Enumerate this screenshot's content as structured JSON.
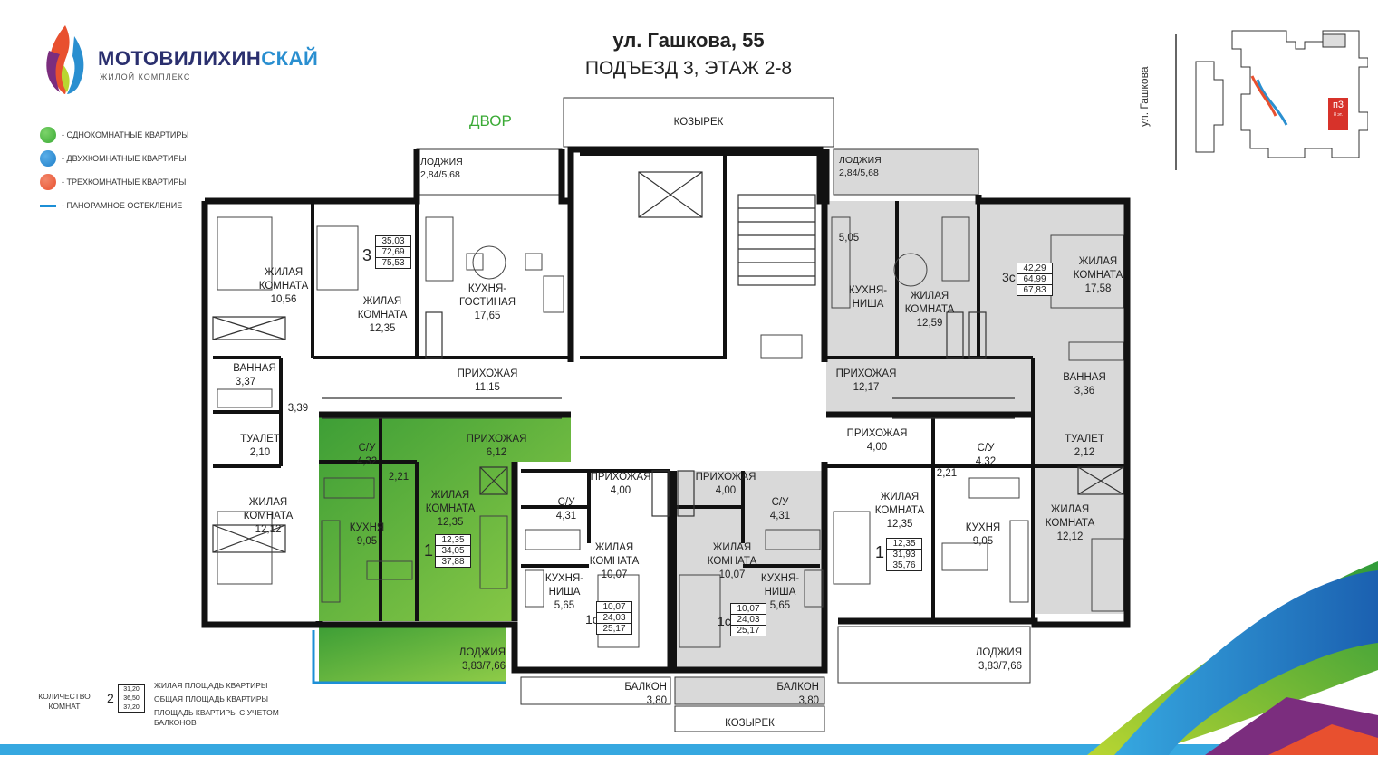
{
  "brand": {
    "name_main": "МОТОВИЛИХИН",
    "name_accent": "СКАЙ",
    "subtitle": "ЖИЛОЙ КОМПЛЕКС"
  },
  "header": {
    "address": "ул. Гашкова, 55",
    "section": "ПОДЪЕЗД 3, ЭТАЖ 2-8"
  },
  "legend": [
    {
      "label": "- ОДНОКОМНАТНЫЕ КВАРТИРЫ",
      "color": "#3aaa35"
    },
    {
      "label": "- ДВУХКОМНАТНЫЕ КВАРТИРЫ",
      "color": "#1f7fc9"
    },
    {
      "label": "- ТРЕХКОМНАТНЫЕ КВАРТИРЫ",
      "color": "#e8502f"
    },
    {
      "label": "- ПАНОРАМНОЕ ОСТЕКЛЕНИЕ",
      "color": "#1c8fd6"
    }
  ],
  "site_plan": {
    "street": "ул. Гашкова",
    "section_badge": "п3",
    "section_badge_sub": "8 эт."
  },
  "plan": {
    "yard": "ДВОР",
    "canopy_top": "КОЗЫРЕК",
    "canopy_bottom": "КОЗЫРЕК",
    "rooms": {
      "loggia_tl": "ЛОДЖИЯ",
      "loggia_tl_area": "2,84/5,68",
      "loggia_tr": "ЛОДЖИЯ",
      "loggia_tr_area": "2,84/5,68",
      "living_1": "ЖИЛАЯ\nКОМНАТА",
      "living_1_area": "10,56",
      "living_2": "ЖИЛАЯ\nКОМНАТА",
      "living_2_area": "12,35",
      "kitchen_living": "КУХНЯ-\nГОСТИНАЯ",
      "kitchen_living_area": "17,65",
      "bath_l": "ВАННАЯ",
      "bath_l_area": "3,37",
      "hall_l_small": "3,39",
      "hall_l": "ПРИХОЖАЯ",
      "hall_l_area": "11,15",
      "toilet_l": "ТУАЛЕТ",
      "toilet_l_area": "2,10",
      "living_3": "ЖИЛАЯ\nКОМНАТА",
      "living_3_area": "12,12",
      "su_green": "С/У",
      "su_green_area": "4,32",
      "hall_green": "ПРИХОЖАЯ",
      "hall_green_area": "6,12",
      "green_small": "2,21",
      "living_green": "ЖИЛАЯ\nКОМНАТА",
      "living_green_area": "12,35",
      "kitchen_green": "КУХНЯ",
      "kitchen_green_area": "9,05",
      "loggia_bl": "ЛОДЖИЯ",
      "loggia_bl_area": "3,83/7,66",
      "su_c1": "С/У",
      "su_c1_area": "4,31",
      "hall_c1": "ПРИХОЖАЯ",
      "hall_c1_area": "4,00",
      "living_c1": "ЖИЛАЯ\nКОМНАТА",
      "living_c1_area": "10,07",
      "niche_c1": "КУХНЯ-\nНИША",
      "niche_c1_area": "5,65",
      "balcony_c1": "БАЛКОН",
      "balcony_c1_area": "3,80",
      "hall_c2": "ПРИХОЖАЯ",
      "hall_c2_area": "4,00",
      "su_c2": "С/У",
      "su_c2_area": "4,31",
      "living_c2": "ЖИЛАЯ\nКОМНАТА",
      "living_c2_area": "10,07",
      "niche_c2": "КУХНЯ-\nНИША",
      "niche_c2_area": "5,65",
      "balcony_c2": "БАЛКОН",
      "balcony_c2_area": "3,80",
      "r_small": "5,05",
      "niche_r": "КУХНЯ-\nНИША",
      "living_r1": "ЖИЛАЯ\nКОМНАТА",
      "living_r1_area": "12,59",
      "living_r2": "ЖИЛАЯ\nКОМНАТА",
      "living_r2_area": "17,58",
      "hall_r": "ПРИХОЖАЯ",
      "hall_r_area": "12,17",
      "bath_r": "ВАННАЯ",
      "bath_r_area": "3,36",
      "hall_r2": "ПРИХОЖАЯ",
      "hall_r2_area": "4,00",
      "su_r": "С/У",
      "su_r_area": "4,32",
      "toilet_r": "ТУАЛЕТ",
      "toilet_r_area": "2,12",
      "r_small2": "2,21",
      "living_r3": "ЖИЛАЯ\nКОМНАТА",
      "living_r3_area": "12,35",
      "kitchen_r": "КУХНЯ",
      "kitchen_r_area": "9,05",
      "living_r4": "ЖИЛАЯ\nКОМНАТА",
      "living_r4_area": "12,12",
      "loggia_br": "ЛОДЖИЯ",
      "loggia_br_area": "3,83/7,66"
    },
    "apartments": [
      {
        "rooms": "3",
        "v": [
          "35,03",
          "72,69",
          "75,53"
        ]
      },
      {
        "rooms": "3с",
        "v": [
          "42,29",
          "64,99",
          "67,83"
        ]
      },
      {
        "rooms": "1",
        "v": [
          "12,35",
          "34,05",
          "37,88"
        ]
      },
      {
        "rooms": "1с",
        "v": [
          "10,07",
          "24,03",
          "25,17"
        ]
      },
      {
        "rooms": "1с",
        "v": [
          "10,07",
          "24,03",
          "25,17"
        ]
      },
      {
        "rooms": "1",
        "v": [
          "12,35",
          "31,93",
          "35,76"
        ]
      }
    ]
  },
  "key": {
    "count_label": "КОЛИЧЕСТВО\nКОМНАТ",
    "sample_rooms": "2",
    "sample_values": [
      "31,20",
      "36,50",
      "37,20"
    ],
    "desc": [
      "ЖИЛАЯ ПЛОЩАДЬ КВАРТИРЫ",
      "ОБЩАЯ ПЛОЩАДЬ КВАРТИРЫ",
      "ПЛОЩАДЬ КВАРТИРЫ С УЧЕТОМ\nБАЛКОНОВ"
    ]
  }
}
